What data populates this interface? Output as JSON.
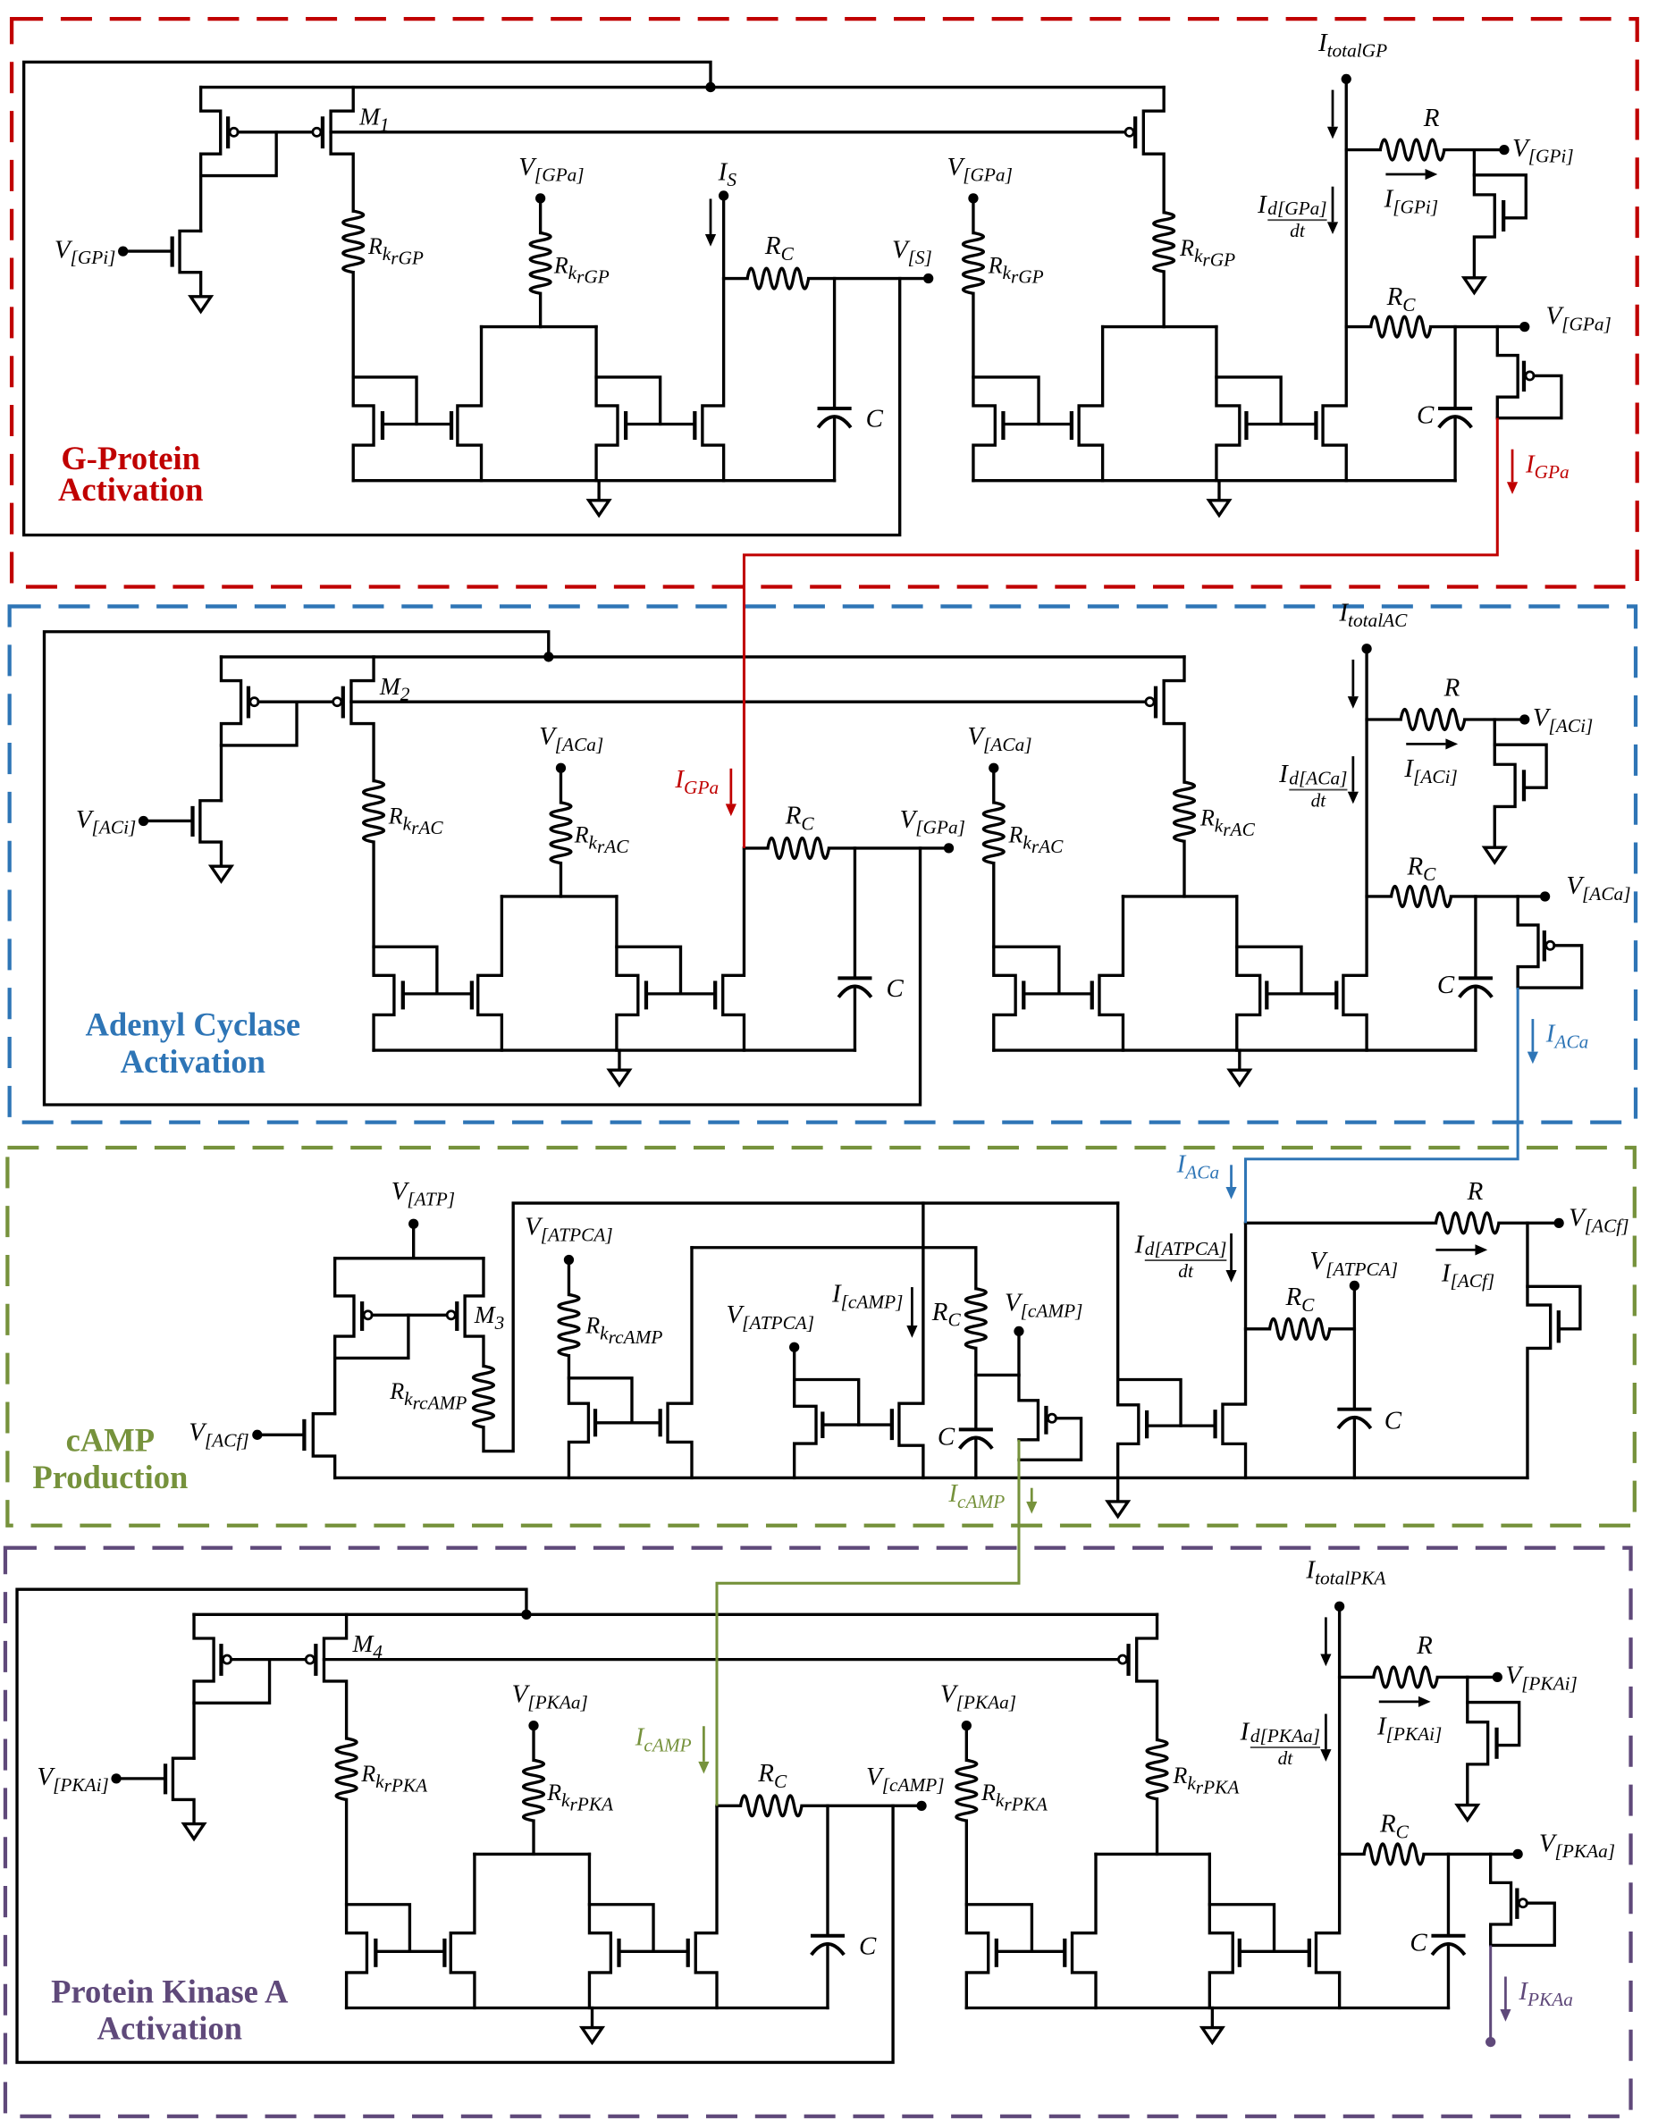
{
  "figure": {
    "kind": "analog circuit schematic",
    "wire_color": "#000000",
    "sections": [
      {
        "id": "g-protein-activation",
        "title": [
          "G-Protein",
          "Activation"
        ],
        "color": "#C00000",
        "input_current_color": "#000000",
        "labels": {
          "v_input": {
            "main": "V",
            "sub": "[GPi]"
          },
          "mirror": {
            "main": "M",
            "sub": "1"
          },
          "r_left": {
            "main": "R",
            "sub": "k",
            "subsub": "rGP"
          },
          "v_mid": {
            "main": "V",
            "sub": "[GPa]"
          },
          "r_mid": {
            "main": "R",
            "sub": "k",
            "subsub": "rGP"
          },
          "i_in": {
            "main": "I",
            "sub": "S"
          },
          "rc_left": {
            "main": "R",
            "sub": "C"
          },
          "c_left": {
            "main": "C"
          },
          "v_node": {
            "main": "V",
            "sub": "[S]"
          },
          "v_right": {
            "main": "V",
            "sub": "[GPa]"
          },
          "r_right_mid": {
            "main": "R",
            "sub": "k",
            "subsub": "rGP"
          },
          "r_right": {
            "main": "R",
            "sub": "k",
            "subsub": "rGP"
          },
          "i_total": {
            "main": "I",
            "sub": "totalGP"
          },
          "r": {
            "main": "R"
          },
          "v_inactive": {
            "main": "V",
            "sub": "[GPi]"
          },
          "i_inactive": {
            "main": "I",
            "sub": "[GPi]"
          },
          "i_deriv": {
            "main": "I",
            "num": "d[GPa]",
            "den": "dt"
          },
          "rc_right": {
            "main": "R",
            "sub": "C"
          },
          "c_right": {
            "main": "C"
          },
          "v_out": {
            "main": "V",
            "sub": "[GPa]"
          },
          "i_out": {
            "main": "I",
            "sub": "GPa"
          }
        }
      },
      {
        "id": "adenyl-cyclase-activation",
        "title": [
          "Adenyl Cyclase",
          "Activation"
        ],
        "color": "#2E75B6",
        "input_current_color": "#C00000",
        "labels": {
          "v_input": {
            "main": "V",
            "sub": "[ACi]"
          },
          "mirror": {
            "main": "M",
            "sub": "2"
          },
          "r_left": {
            "main": "R",
            "sub": "k",
            "subsub": "rAC"
          },
          "v_mid": {
            "main": "V",
            "sub": "[ACa]"
          },
          "r_mid": {
            "main": "R",
            "sub": "k",
            "subsub": "rAC"
          },
          "i_in": {
            "main": "I",
            "sub": "GPa"
          },
          "rc_left": {
            "main": "R",
            "sub": "C"
          },
          "c_left": {
            "main": "C"
          },
          "v_node": {
            "main": "V",
            "sub": "[GPa]"
          },
          "v_right": {
            "main": "V",
            "sub": "[ACa]"
          },
          "r_right_mid": {
            "main": "R",
            "sub": "k",
            "subsub": "rAC"
          },
          "r_right": {
            "main": "R",
            "sub": "k",
            "subsub": "rAC"
          },
          "i_total": {
            "main": "I",
            "sub": "totalAC"
          },
          "r": {
            "main": "R"
          },
          "v_inactive": {
            "main": "V",
            "sub": "[ACi]"
          },
          "i_inactive": {
            "main": "I",
            "sub": "[ACi]"
          },
          "i_deriv": {
            "main": "I",
            "num": "d[ACa]",
            "den": "dt"
          },
          "rc_right": {
            "main": "R",
            "sub": "C"
          },
          "c_right": {
            "main": "C"
          },
          "v_out": {
            "main": "V",
            "sub": "[ACa]"
          },
          "i_out": {
            "main": "I",
            "sub": "ACa"
          }
        }
      },
      {
        "id": "camp-production",
        "title": [
          "cAMP",
          "Production"
        ],
        "color": "#76923C",
        "input_current_color": "#2E75B6",
        "labels": {
          "v_atp": {
            "main": "V",
            "sub": "[ATP]"
          },
          "mirror": {
            "main": "M",
            "sub": "3"
          },
          "r_mirror": {
            "main": "R",
            "sub": "k",
            "subsub": "rcAMP"
          },
          "v_input": {
            "main": "V",
            "sub": "[ACf]"
          },
          "v_atpca_1": {
            "main": "V",
            "sub": "[ATPCA]"
          },
          "r_mid": {
            "main": "R",
            "sub": "k",
            "subsub": "rcAMP"
          },
          "v_atpca_2": {
            "main": "V",
            "sub": "[ATPCA]"
          },
          "i_camp_internal": {
            "main": "I",
            "sub": "[cAMP]"
          },
          "rc_vertical": {
            "main": "R",
            "sub": "C"
          },
          "v_camp": {
            "main": "V",
            "sub": "[cAMP]"
          },
          "c_mid": {
            "main": "C"
          },
          "i_out": {
            "main": "I",
            "sub": "cAMP"
          },
          "i_in": {
            "main": "I",
            "sub": "ACa"
          },
          "i_deriv": {
            "main": "I",
            "num": "d[ATPCA]",
            "den": "dt"
          },
          "r": {
            "main": "R"
          },
          "v_free": {
            "main": "V",
            "sub": "[ACf]"
          },
          "i_free": {
            "main": "I",
            "sub": "[ACf]"
          },
          "v_atpca_3": {
            "main": "V",
            "sub": "[ATPCA]"
          },
          "rc_right": {
            "main": "R",
            "sub": "C"
          },
          "c_right": {
            "main": "C"
          }
        }
      },
      {
        "id": "protein-kinase-a-activation",
        "title": [
          "Protein Kinase A",
          "Activation"
        ],
        "color": "#5F497A",
        "input_current_color": "#76923C",
        "labels": {
          "v_input": {
            "main": "V",
            "sub": "[PKAi]"
          },
          "mirror": {
            "main": "M",
            "sub": "4"
          },
          "r_left": {
            "main": "R",
            "sub": "k",
            "subsub": "rPKA"
          },
          "v_mid": {
            "main": "V",
            "sub": "[PKAa]"
          },
          "r_mid": {
            "main": "R",
            "sub": "k",
            "subsub": "rPKA"
          },
          "i_in": {
            "main": "I",
            "sub": "cAMP"
          },
          "rc_left": {
            "main": "R",
            "sub": "C"
          },
          "c_left": {
            "main": "C"
          },
          "v_node": {
            "main": "V",
            "sub": "[cAMP]"
          },
          "v_right": {
            "main": "V",
            "sub": "[PKAa]"
          },
          "r_right_mid": {
            "main": "R",
            "sub": "k",
            "subsub": "rPKA"
          },
          "r_right": {
            "main": "R",
            "sub": "k",
            "subsub": "rPKA"
          },
          "i_total": {
            "main": "I",
            "sub": "totalPKA"
          },
          "r": {
            "main": "R"
          },
          "v_inactive": {
            "main": "V",
            "sub": "[PKAi]"
          },
          "i_inactive": {
            "main": "I",
            "sub": "[PKAi]"
          },
          "i_deriv": {
            "main": "I",
            "num": "d[PKAa]",
            "den": "dt"
          },
          "rc_right": {
            "main": "R",
            "sub": "C"
          },
          "c_right": {
            "main": "C"
          },
          "v_out": {
            "main": "V",
            "sub": "[PKAa]"
          },
          "i_out": {
            "main": "I",
            "sub": "PKAa"
          }
        }
      }
    ]
  }
}
